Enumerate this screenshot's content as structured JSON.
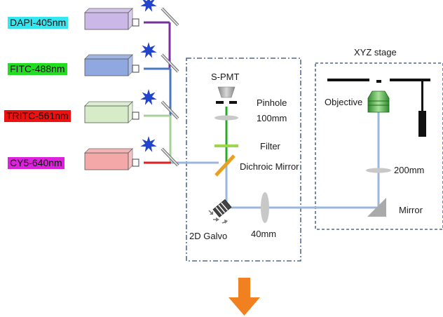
{
  "lasers": [
    {
      "label": "DAPI-405nm",
      "tag_color": "#33e6f0",
      "body_color": "#cbb8e6",
      "beam_color": "#7a2fa0"
    },
    {
      "label": "FITC-488nm",
      "tag_color": "#22dd22",
      "body_color": "#8fa8e0",
      "beam_color": "#4a78c0"
    },
    {
      "label": "TRITC-561nm",
      "tag_color": "#ee1111",
      "body_color": "#d6ecc8",
      "beam_color": "#a8d098"
    },
    {
      "label": "CY5-640nm",
      "tag_color": "#dd22dd",
      "body_color": "#f4a8a8",
      "beam_color": "#e02020"
    }
  ],
  "scan_box": {
    "detector_label": "S-PMT",
    "pinhole_label": "Pinhole",
    "lens1_label": "100mm",
    "filter_label": "Filter",
    "dichroic_label": "Dichroic Mirror",
    "galvo_label": "2D Galvo"
  },
  "relay_lens_label": "40mm",
  "stage_box": {
    "title": "XYZ stage",
    "objective_label": "Objective",
    "tube_lens_label": "200mm",
    "mirror_label": "Mirror"
  },
  "colors": {
    "main_beam": "#9cb6dc",
    "box_border": "#2a4a78",
    "arrow": "#f08020",
    "star": "#2244cc",
    "lens": "#c8c8c8"
  }
}
